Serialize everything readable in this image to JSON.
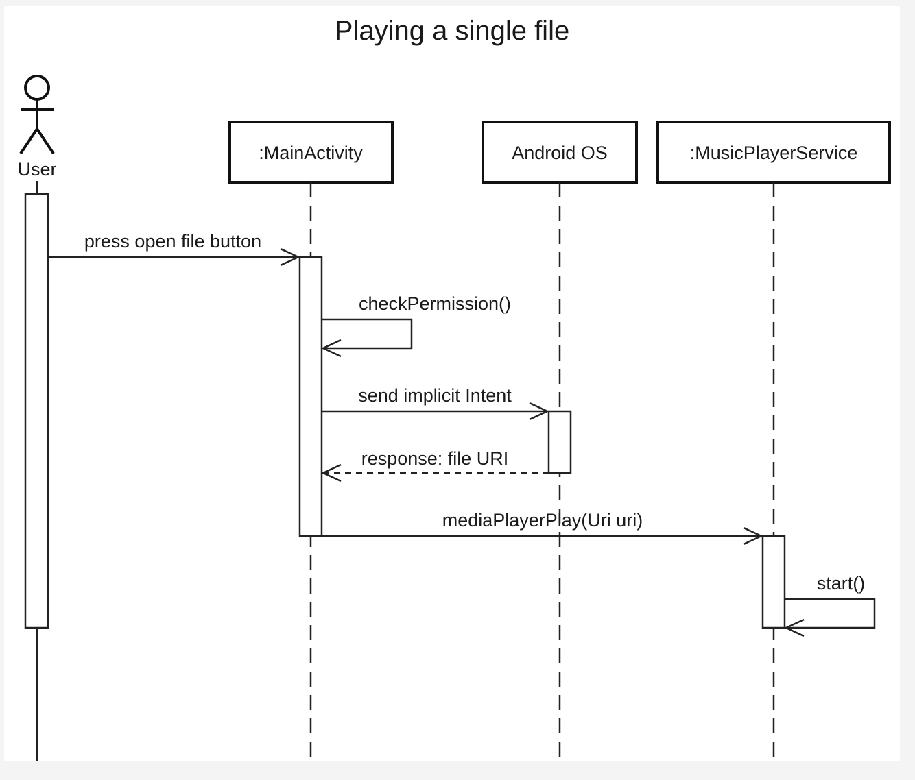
{
  "diagram": {
    "title": "Playing a single file",
    "actor": {
      "label": "User"
    },
    "participants": [
      {
        "id": "main",
        "label": ":MainActivity"
      },
      {
        "id": "android",
        "label": "Android OS"
      },
      {
        "id": "service",
        "label": ":MusicPlayerService"
      }
    ],
    "messages": [
      {
        "from": "user",
        "to": "main",
        "label": "press open file button",
        "kind": "sync"
      },
      {
        "from": "main",
        "to": "main",
        "label": "checkPermission()",
        "kind": "self"
      },
      {
        "from": "main",
        "to": "android",
        "label": "send implicit Intent",
        "kind": "sync"
      },
      {
        "from": "android",
        "to": "main",
        "label": "response: file URI",
        "kind": "return"
      },
      {
        "from": "main",
        "to": "service",
        "label": "mediaPlayerPlay(Uri uri)",
        "kind": "sync"
      },
      {
        "from": "service",
        "to": "service",
        "label": "start()",
        "kind": "self"
      }
    ]
  }
}
